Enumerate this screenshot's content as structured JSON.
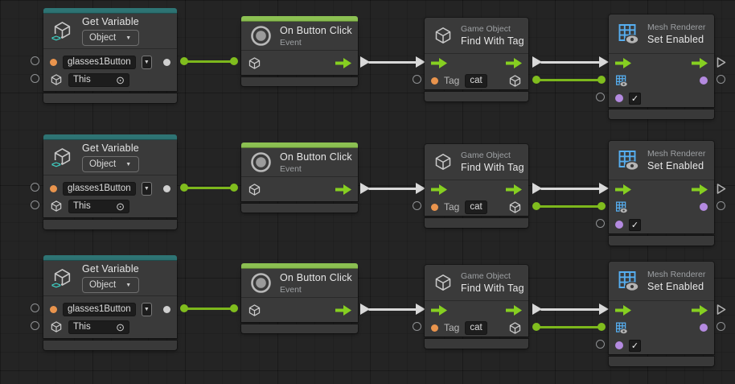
{
  "graph": {
    "nodes": {
      "get_variable": {
        "title": "Get Variable",
        "type_dropdown": "Object",
        "variable_name": "glasses1Button",
        "target_value": "This",
        "accent_color": "#2e7474"
      },
      "on_button_click": {
        "title": "On Button Click",
        "subtitle": "Event",
        "accent_color": "#8cc152"
      },
      "find_with_tag": {
        "category": "Game Object",
        "title": "Find With Tag",
        "tag_label": "Tag",
        "tag_value": "cat"
      },
      "set_enabled": {
        "category": "Mesh Renderer",
        "title": "Set Enabled",
        "enabled_checked": true
      }
    },
    "colors": {
      "control_wire": "#d9d9d9",
      "value_wire": "#7cb71c",
      "flow_arrow": "#86cf21",
      "string_port": "#e9944d",
      "output_port_gray": "#cfcfcf",
      "value_port_purple": "#b48ae0",
      "component_icon_blue": "#56aef0",
      "variable_icon_teal": "#3fd0c4"
    },
    "rows_count": 3
  },
  "icons": {
    "caret_down": "▼",
    "check": "✓",
    "target_picker": "⊙"
  }
}
